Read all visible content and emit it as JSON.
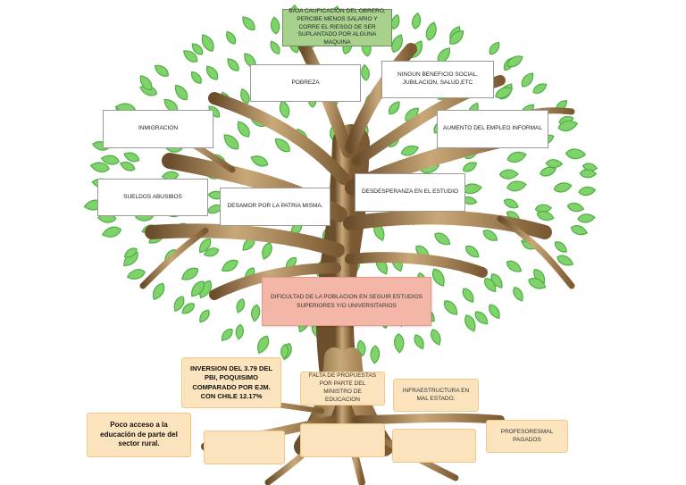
{
  "top": "BAJA CAUFICACION DEL OBRERO, PERCIBE MENOS SALARIO Y CORRE EL RIESGO DE SER SUPLANTADO POR ALGUNA MAQUINA",
  "effects": {
    "pobreza": "POBREZA",
    "ningun_beneficio": "NINGUN BENEFICIO SOCIAL, JUBILACION, SALUD,ETC",
    "inmigracion": "INMIGRACION",
    "empleo_informal": "AUMENTO DEL EMPLEO INFORMAL",
    "sueldos": "SUELDOS ABUSIBOS",
    "desamor": "DESAMOR POR LA PATRIA MISMA.",
    "desesperanza": "DESDESPERANZA EN EL ESTUDIO"
  },
  "problem": "DIFICULTAD DE LA POBLACION EN SEGUIR ESTUDIOS SUPERIORES Y/O UNIVERSITARIOS",
  "causes": {
    "inversion": "INVERSION DEL 3.79 DEL PBI, POQUISIMO COMPARADO POR EJM. CON CHILE 12.17%",
    "falta_propuestas": "FALTA DE PROPUESTAS POR PARTE DEL MINISTRO DE EDUCACION",
    "infraestructura": "INFRAESTRUCTURA EN MAL ESTADO.",
    "poco_acceso": "Poco acceso a la educación de parte del sector rural.",
    "profesores": "PROFESORESMAL PAGADOS"
  },
  "colors": {
    "leaf": "#7fd36a",
    "leaf_dark": "#4fae45",
    "trunk": "#a9885a",
    "trunk_dark": "#6b4e2c",
    "effect_box": "#ffffff",
    "top_box": "#a9d18e",
    "problem_box": "#f4b6a6",
    "cause_box": "#fbe3bd"
  }
}
